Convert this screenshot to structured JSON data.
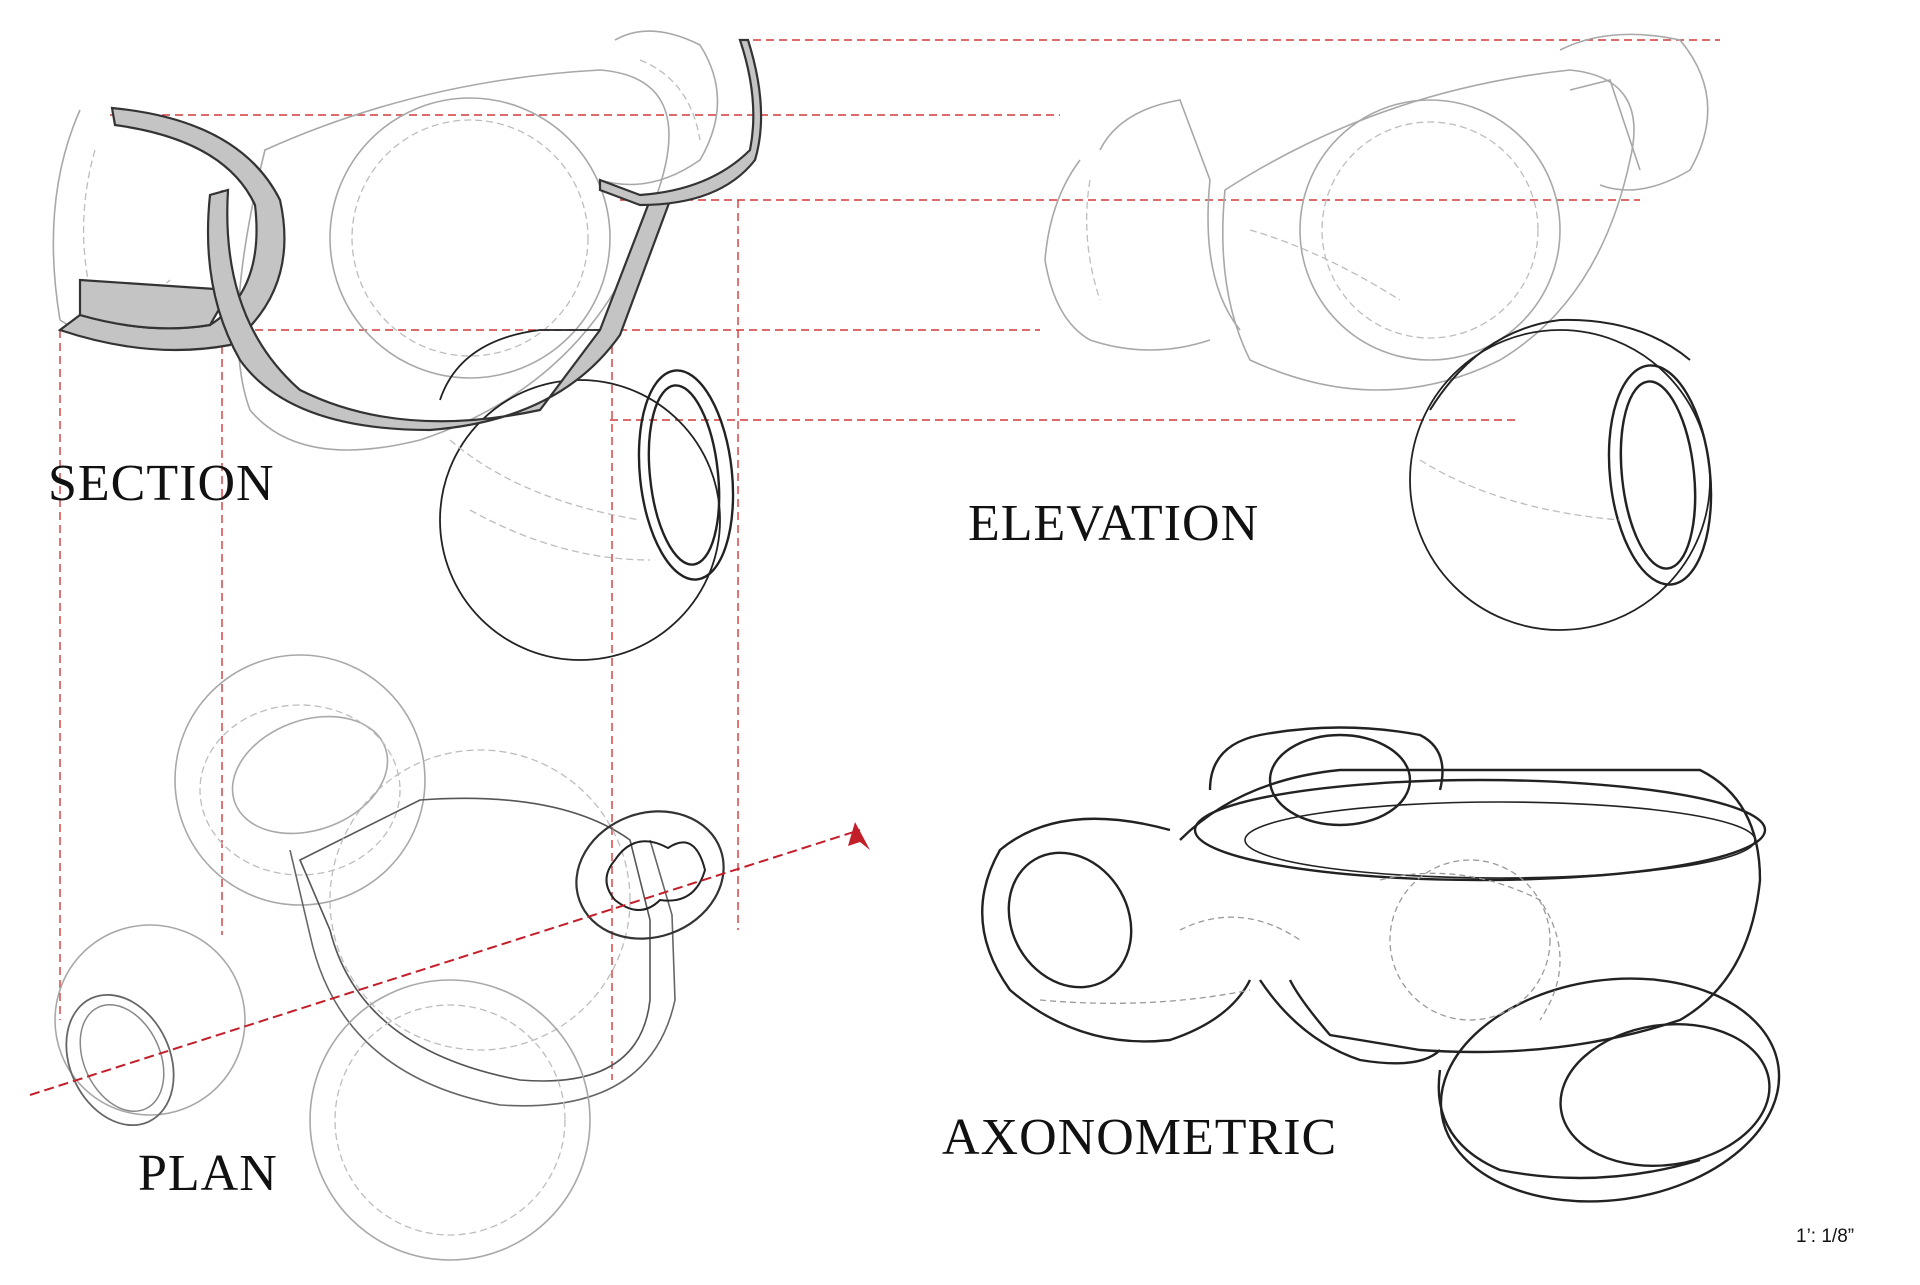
{
  "labels": {
    "section": "SECTION",
    "elevation": "ELEVATION",
    "plan": "PLAN",
    "axonometric": "AXONOMETRIC",
    "scale": "1’: 1/8”"
  },
  "colors": {
    "construction_line": "#d43a3a",
    "cut_line": "#c21f2a",
    "section_fill": "#c4c4c4",
    "linework": "#222222"
  }
}
